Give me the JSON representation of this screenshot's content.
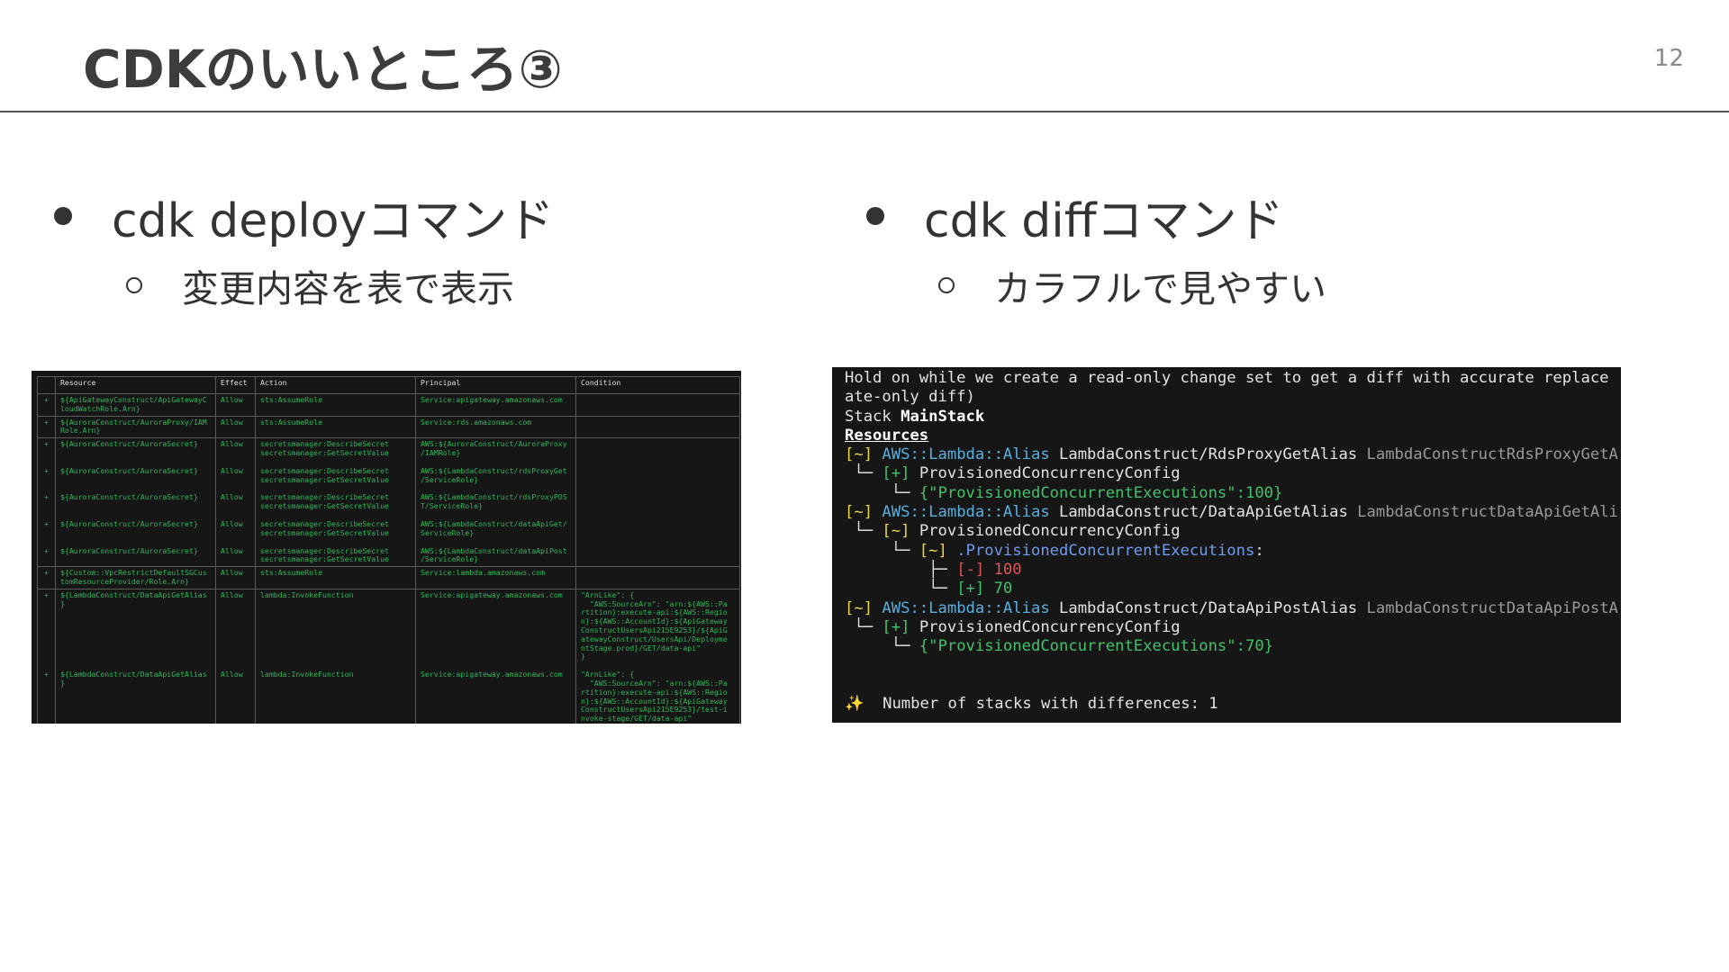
{
  "slide": {
    "title": "CDKのいいところ③",
    "page_number": "12"
  },
  "left_column": {
    "bullet": "cdk deployコマンド",
    "sub_bullet": "変更内容を表で表示"
  },
  "right_column": {
    "bullet": "cdk diffコマンド",
    "sub_bullet": "カラフルで見やすい"
  },
  "deploy_table": {
    "headers": [
      "",
      "Resource",
      "Effect",
      "Action",
      "Principal",
      "Condition"
    ],
    "groups": [
      {
        "rows": [
          {
            "mark": "+",
            "resource": [
              "${ApiGatewayConstruct/ApiGatewayC",
              "loudWatchRole.Arn}"
            ],
            "effect": "Allow",
            "action": [
              "sts:AssumeRole"
            ],
            "principal": [
              "Service:apigateway.amazonaws.com"
            ],
            "condition": []
          }
        ]
      },
      {
        "rows": [
          {
            "mark": "+",
            "resource": [
              "${AuroraConstruct/AuroraProxy/IAM",
              "Role.Arn}"
            ],
            "effect": "Allow",
            "action": [
              "sts:AssumeRole"
            ],
            "principal": [
              "Service:rds.amazonaws.com"
            ],
            "condition": []
          }
        ]
      },
      {
        "rows": [
          {
            "mark": "+",
            "resource": [
              "${AuroraConstruct/AuroraSecret}"
            ],
            "effect": "Allow",
            "action": [
              "secretsmanager:DescribeSecret",
              "secretsmanager:GetSecretValue"
            ],
            "principal": [
              "AWS:${AuroraConstruct/AuroraProxy",
              "/IAMRole}"
            ],
            "condition": []
          },
          {
            "mark": "+",
            "resource": [
              "${AuroraConstruct/AuroraSecret}"
            ],
            "effect": "Allow",
            "action": [
              "secretsmanager:DescribeSecret",
              "secretsmanager:GetSecretValue"
            ],
            "principal": [
              "AWS:${LambdaConstruct/rdsProxyGet",
              "/ServiceRole}"
            ],
            "condition": []
          },
          {
            "mark": "+",
            "resource": [
              "${AuroraConstruct/AuroraSecret}"
            ],
            "effect": "Allow",
            "action": [
              "secretsmanager:DescribeSecret",
              "secretsmanager:GetSecretValue"
            ],
            "principal": [
              "AWS:${LambdaConstruct/rdsProxyPOS",
              "T/ServiceRole}"
            ],
            "condition": []
          },
          {
            "mark": "+",
            "resource": [
              "${AuroraConstruct/AuroraSecret}"
            ],
            "effect": "Allow",
            "action": [
              "secretsmanager:DescribeSecret",
              "secretsmanager:GetSecretValue"
            ],
            "principal": [
              "AWS:${LambdaConstruct/dataApiGet/",
              "ServiceRole}"
            ],
            "condition": []
          },
          {
            "mark": "+",
            "resource": [
              "${AuroraConstruct/AuroraSecret}"
            ],
            "effect": "Allow",
            "action": [
              "secretsmanager:DescribeSecret",
              "secretsmanager:GetSecretValue"
            ],
            "principal": [
              "AWS:${LambdaConstruct/dataApiPost",
              "/ServiceRole}"
            ],
            "condition": []
          }
        ]
      },
      {
        "rows": [
          {
            "mark": "+",
            "resource": [
              "${Custom::VpcRestrictDefaultSGCus",
              "tomResourceProvider/Role.Arn}"
            ],
            "effect": "Allow",
            "action": [
              "sts:AssumeRole"
            ],
            "principal": [
              "Service:lambda.amazonaws.com"
            ],
            "condition": []
          }
        ]
      },
      {
        "rows": [
          {
            "mark": "+",
            "resource": [
              "${LambdaConstruct/DataApiGetAlias",
              "}"
            ],
            "effect": "Allow",
            "action": [
              "lambda:InvokeFunction"
            ],
            "principal": [
              "Service:apigateway.amazonaws.com"
            ],
            "condition": [
              "\"ArnLike\": {",
              "  \"AWS:SourceArn\": \"arn:${AWS::Pa",
              "rtition}:execute-api:${AWS::Regio",
              "n}:${AWS::AccountId}:${ApiGateway",
              "ConstructUsersApi215E9253}/${ApiG",
              "atewayConstruct/UsersApi/Deployme",
              "ntStage.prod}/GET/data-api\"",
              "}"
            ]
          },
          {
            "mark": "+",
            "resource": [
              "${LambdaConstruct/DataApiGetAlias",
              "}"
            ],
            "effect": "Allow",
            "action": [
              "lambda:InvokeFunction"
            ],
            "principal": [
              "Service:apigateway.amazonaws.com"
            ],
            "condition": [
              "\"ArnLike\": {",
              "  \"AWS:SourceArn\": \"arn:${AWS::Pa",
              "rtition}:execute-api:${AWS::Regio",
              "n}:${AWS::AccountId}:${ApiGateway",
              "ConstructUsersApi215E9253}/test-i",
              "nvoke-stage/GET/data-api\"",
              "}"
            ]
          }
        ]
      }
    ]
  },
  "diff_terminal": {
    "lines": [
      [
        {
          "t": "Hold on while we create a read-only change set to get a diff with accurate replace",
          "c": "white"
        }
      ],
      [
        {
          "t": "ate-only diff)",
          "c": "white"
        }
      ],
      [
        {
          "t": "Stack ",
          "c": "white"
        },
        {
          "t": "MainStack",
          "c": "bold"
        }
      ],
      [
        {
          "t": "Resources",
          "c": "bold underline"
        }
      ],
      [
        {
          "t": "[~] ",
          "c": "yellow"
        },
        {
          "t": "AWS::Lambda::Alias ",
          "c": "cyan"
        },
        {
          "t": "LambdaConstruct/RdsProxyGetAlias ",
          "c": "white"
        },
        {
          "t": "LambdaConstructRdsProxyGetA",
          "c": "gray"
        }
      ],
      [
        {
          "t": " └─ ",
          "c": "white"
        },
        {
          "t": "[+] ",
          "c": "green"
        },
        {
          "t": "ProvisionedConcurrencyConfig",
          "c": "white"
        }
      ],
      [
        {
          "t": "     └─ ",
          "c": "white"
        },
        {
          "t": "{\"ProvisionedConcurrentExecutions\":100}",
          "c": "green"
        }
      ],
      [
        {
          "t": "[~] ",
          "c": "yellow"
        },
        {
          "t": "AWS::Lambda::Alias ",
          "c": "cyan"
        },
        {
          "t": "LambdaConstruct/DataApiGetAlias ",
          "c": "white"
        },
        {
          "t": "LambdaConstructDataApiGetAli",
          "c": "gray"
        }
      ],
      [
        {
          "t": " └─ ",
          "c": "white"
        },
        {
          "t": "[~] ",
          "c": "yellow"
        },
        {
          "t": "ProvisionedConcurrencyConfig",
          "c": "white"
        }
      ],
      [
        {
          "t": "     └─ ",
          "c": "white"
        },
        {
          "t": "[~] ",
          "c": "yellow"
        },
        {
          "t": ".ProvisionedConcurrentExecutions",
          "c": "blue"
        },
        {
          "t": ":",
          "c": "white"
        }
      ],
      [
        {
          "t": "         ├─ ",
          "c": "white"
        },
        {
          "t": "[-] 100",
          "c": "red"
        }
      ],
      [
        {
          "t": "         └─ ",
          "c": "white"
        },
        {
          "t": "[+] 70",
          "c": "green"
        }
      ],
      [
        {
          "t": "[~] ",
          "c": "yellow"
        },
        {
          "t": "AWS::Lambda::Alias ",
          "c": "cyan"
        },
        {
          "t": "LambdaConstruct/DataApiPostAlias ",
          "c": "white"
        },
        {
          "t": "LambdaConstructDataApiPostA",
          "c": "gray"
        }
      ],
      [
        {
          "t": " └─ ",
          "c": "white"
        },
        {
          "t": "[+] ",
          "c": "green"
        },
        {
          "t": "ProvisionedConcurrencyConfig",
          "c": "white"
        }
      ],
      [
        {
          "t": "     └─ ",
          "c": "white"
        },
        {
          "t": "{\"ProvisionedConcurrentExecutions\":70}",
          "c": "green"
        }
      ],
      [],
      [],
      [
        {
          "t": "✨  ",
          "c": "yellow"
        },
        {
          "t": "Number of stacks with differences: 1",
          "c": "white"
        }
      ]
    ]
  }
}
